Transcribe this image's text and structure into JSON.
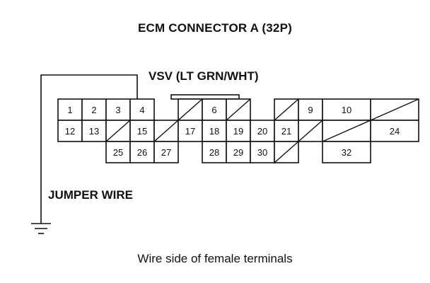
{
  "title": "ECM CONNECTOR A (32P)",
  "vsv_label": "VSV (LT GRN/WHT)",
  "jumper_label": "JUMPER WIRE",
  "caption": "Wire side of female terminals",
  "connector": {
    "row1": [
      {
        "pin": "1"
      },
      {
        "pin": "2"
      },
      {
        "pin": "3"
      },
      {
        "pin": "4"
      },
      {
        "pin": ""
      },
      {
        "pin": "",
        "blank": true
      },
      {
        "pin": "6"
      },
      {
        "pin": "",
        "blank": true
      },
      {
        "pin": ""
      },
      {
        "pin": "",
        "blank": true
      },
      {
        "pin": "9"
      },
      {
        "pin": "10",
        "span": 2
      },
      {
        "pin": "",
        "blank": true,
        "span": 2
      }
    ],
    "row2": [
      {
        "pin": "12"
      },
      {
        "pin": "13"
      },
      {
        "pin": "",
        "blank": true
      },
      {
        "pin": "15"
      },
      {
        "pin": "",
        "blank": true
      },
      {
        "pin": "17"
      },
      {
        "pin": "18"
      },
      {
        "pin": "19"
      },
      {
        "pin": "20"
      },
      {
        "pin": "21"
      },
      {
        "pin": "",
        "blank": true
      },
      {
        "pin": "",
        "blank": true,
        "span": 2
      },
      {
        "pin": "24",
        "span": 2
      }
    ],
    "row3": [
      {
        "pin": ""
      },
      {
        "pin": ""
      },
      {
        "pin": "25"
      },
      {
        "pin": "26"
      },
      {
        "pin": "27"
      },
      {
        "pin": ""
      },
      {
        "pin": "28"
      },
      {
        "pin": "29"
      },
      {
        "pin": "30"
      },
      {
        "pin": "",
        "blank": true
      },
      {
        "pin": ""
      },
      {
        "pin": "32",
        "span": 2
      },
      {
        "pin": ""
      },
      {
        "pin": ""
      }
    ]
  }
}
